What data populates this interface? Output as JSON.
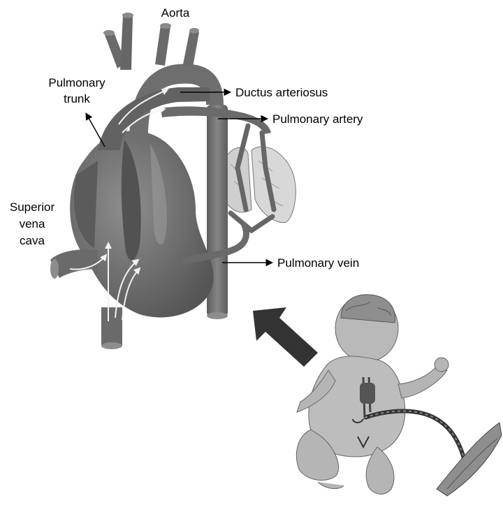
{
  "labels": {
    "aorta": "Aorta",
    "pulmonary_trunk_line1": "Pulmonary",
    "pulmonary_trunk_line2": "trunk",
    "ductus_arteriosus": "Ductus arteriosus",
    "pulmonary_artery": "Pulmonary artery",
    "superior_vena_cava_line1": "Superior",
    "superior_vena_cava_line2": "vena",
    "superior_vena_cava_line3": "cava",
    "pulmonary_vein": "Pulmonary vein"
  },
  "colors": {
    "vessel": "#6f6f6f",
    "vessel_dark": "#5a5a5a",
    "vessel_light": "#8a8a8a",
    "flow_arrow": "#f2f2f2",
    "big_arrow": "#333333",
    "baby_skin": "#b9b9b9",
    "label_text": "#000000"
  },
  "icons": {
    "big_arrow": "large-diagonal-arrow-icon",
    "baby": "newborn-illustration-icon",
    "placenta": "placenta-illustration-icon",
    "lungs": "lung-tissue-illustration-icon"
  }
}
